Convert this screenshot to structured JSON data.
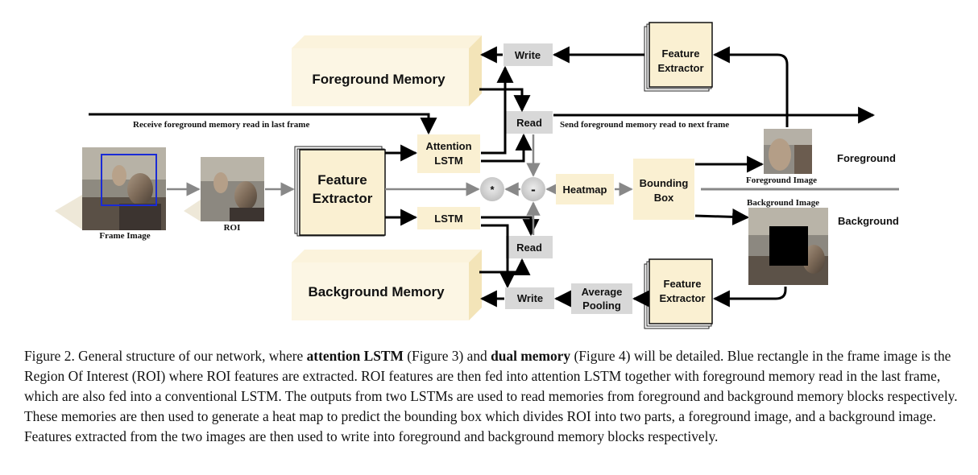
{
  "figure": {
    "foreground_memory": "Foreground Memory",
    "background_memory": "Background Memory",
    "write_top": "Write",
    "write_bottom": "Write",
    "read_top": "Read",
    "read_bottom": "Read",
    "feature_extractor_main_line1": "Feature",
    "feature_extractor_main_line2": "Extractor",
    "feature_extractor_top_line1": "Feature",
    "feature_extractor_top_line2": "Extractor",
    "feature_extractor_bottom_line1": "Feature",
    "feature_extractor_bottom_line2": "Extractor",
    "attention_lstm_line1": "Attention",
    "attention_lstm_line2": "LSTM",
    "lstm": "LSTM",
    "heatmap": "Heatmap",
    "bounding_box_line1": "Bounding",
    "bounding_box_line2": "Box",
    "average_pooling_line1": "Average",
    "average_pooling_line2": "Pooling",
    "multiply_op": "*",
    "subtract_op": "-",
    "receive_text": "Receive foreground memory read in last frame",
    "send_text": "Send foreground memory read to next frame",
    "frame_image_label": "Frame Image",
    "roi_label": "ROI",
    "foreground_image_label": "Foreground Image",
    "background_image_label": "Background Image",
    "foreground_label": "Foreground",
    "background_label": "Background"
  },
  "caption": {
    "prefix": "Figure 2. General structure of our network, where ",
    "bold1": "attention LSTM",
    "mid1": " (Figure 3) and ",
    "bold2": "dual memory",
    "rest": " (Figure 4) will be detailed. Blue rectangle in the frame image is the Region Of Interest (ROI) where ROI features are extracted. ROI features are then fed into attention LSTM together with foreground memory read in the last frame, which are also fed into a conventional LSTM. The outputs from two LSTMs are used to read memories from foreground and background memory blocks respectively. These memories are then used to generate a heat map to predict the bounding box which divides ROI into two parts, a foreground image, and a background image. Features extracted from the two images are then used to write into foreground and background memory blocks respectively."
  },
  "colors": {
    "box_fill": "#faf0d2",
    "gray_box": "#d8d8d8",
    "roi_rect": "#1a2bd6"
  }
}
